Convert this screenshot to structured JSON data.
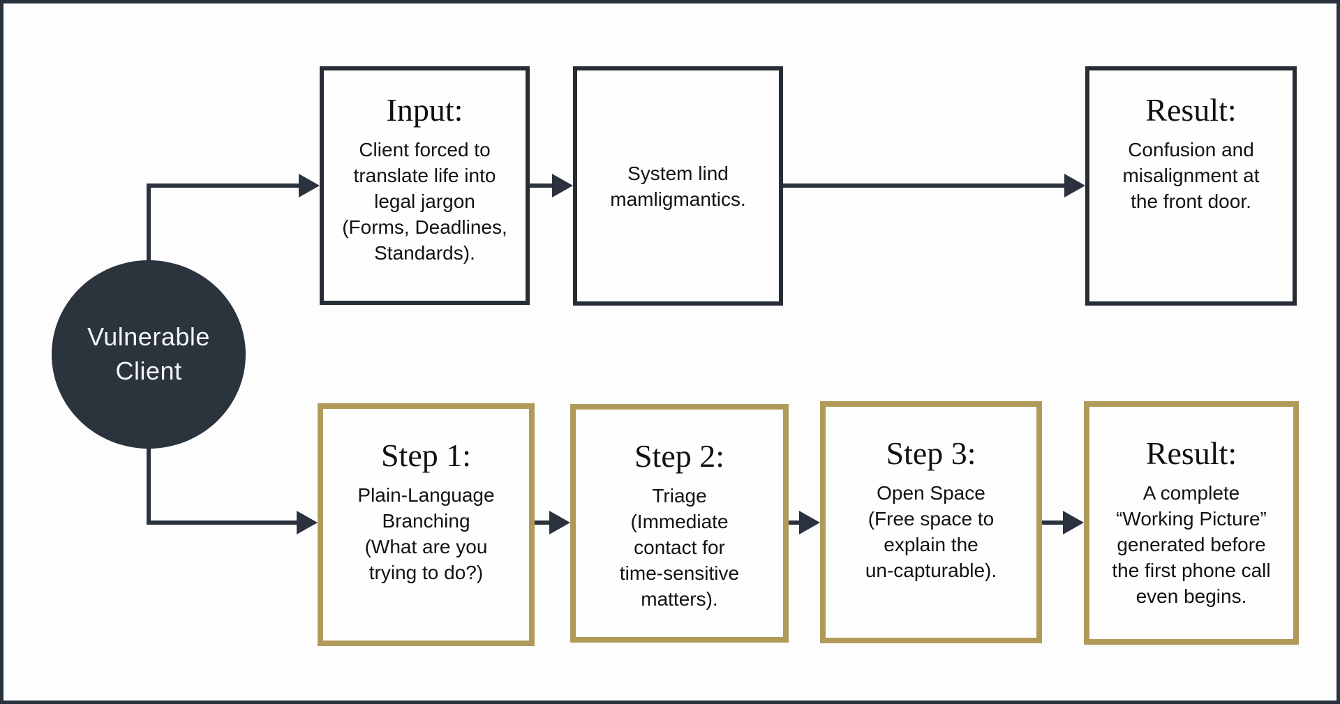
{
  "client_node": {
    "label": "Vulnerable\nClient"
  },
  "top_row": [
    {
      "title": "Input:",
      "body": "Client forced to\ntranslate life into\nlegal jargon\n(Forms, Deadlines,\nStandards)."
    },
    {
      "title": "",
      "body": "System lind\nmamligmantics."
    },
    {
      "title": "Result:",
      "body": "Confusion and\nmisalignment at\nthe front door."
    }
  ],
  "bottom_row": [
    {
      "title": "Step 1:",
      "body": "Plain-Language\nBranching\n(What are you\ntrying to do?)"
    },
    {
      "title": "Step 2:",
      "body": "Triage\n(Immediate\ncontact for\ntime-sensitive\nmatters)."
    },
    {
      "title": "Step 3:",
      "body": "Open Space\n(Free space to\nexplain the\nun-capturable)."
    },
    {
      "title": "Result:",
      "body": "A complete\n“Working Picture”\ngenerated before\nthe first phone call\neven begins."
    }
  ],
  "colors": {
    "dark": "#2a323e",
    "gold": "#b09a59",
    "bg": "#fdfdfd",
    "text": "#121212",
    "circle-text": "#f2f4f6"
  }
}
